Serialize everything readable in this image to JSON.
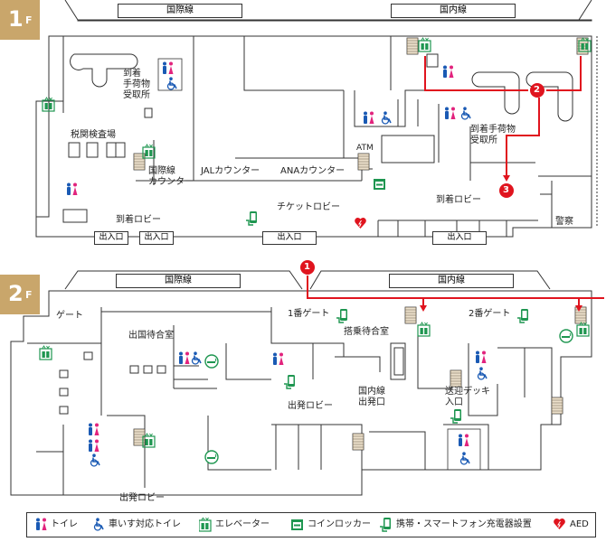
{
  "floors": {
    "first": {
      "badge": "1",
      "badge_suffix": "F",
      "plate_international": "国際線",
      "plate_domestic": "国内線",
      "baggage_claim_left": "到着\n手荷物\n受取所",
      "baggage_claim_right": "到着手荷物\n受取所",
      "customs": "税関検査場",
      "intl_counter": "国際線\nカウンター",
      "jal_counter": "JALカウンター",
      "ana_counter": "ANAカウンター",
      "atm": "ATM",
      "ticket_lobby": "チケットロビー",
      "arrival_lobby_left": "到着ロビー",
      "arrival_lobby_right": "到着ロビー",
      "police": "警察",
      "exits": [
        "出入口",
        "出入口",
        "出入口",
        "出入口"
      ]
    },
    "second": {
      "badge": "2",
      "badge_suffix": "F",
      "plate_international": "国際線",
      "plate_domestic": "国内線",
      "gate": "ゲート",
      "gate1": "1番ゲート",
      "gate2": "2番ゲート",
      "departure_waiting": "出国待合室",
      "boarding_waiting": "搭乗待合室",
      "domestic_departure": "国内線\n出発口",
      "departure_lobby_mid": "出発ロビー",
      "departure_lobby_bottom": "出発ロビー",
      "deck_entrance": "送迎デッキ\n入口"
    }
  },
  "route_markers": [
    "1",
    "2",
    "3"
  ],
  "legend": [
    {
      "icon": "toilet-icon",
      "label": "トイレ"
    },
    {
      "icon": "wheelchair-icon",
      "label": "車いす対応トイレ"
    },
    {
      "icon": "elevator-icon",
      "label": "エレベーター"
    },
    {
      "icon": "coin-locker-icon",
      "label": "コインロッカー"
    },
    {
      "icon": "phone-charger-icon",
      "label": "携帯・スマートフォン充電器設置"
    },
    {
      "icon": "aed-icon",
      "label": "AED"
    }
  ],
  "colors": {
    "route": "#e0141e",
    "badge": "#c9a66b",
    "toilet_male": "#1a5ab4",
    "toilet_female": "#e2237d",
    "amenity_green": "#1e9650",
    "wall": "#333333"
  }
}
